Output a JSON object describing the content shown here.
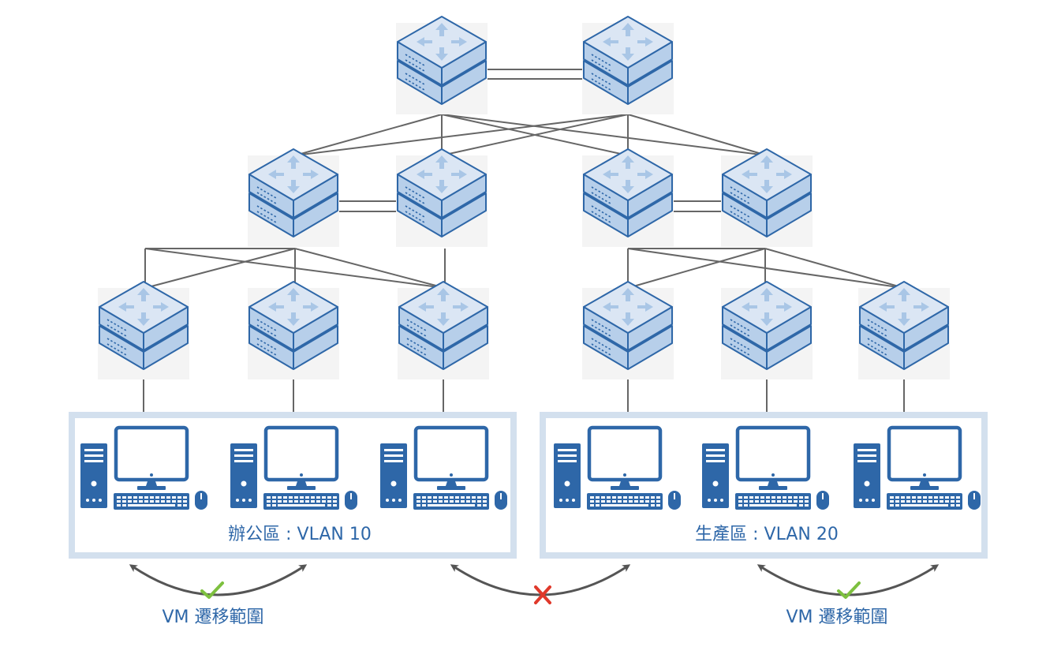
{
  "zones": [
    {
      "id": "office",
      "label": "辦公區 : VLAN 10"
    },
    {
      "id": "production",
      "label": "生產區 : VLAN 20"
    }
  ],
  "migration": [
    {
      "id": "office-scope",
      "label": "VM 遷移範圍",
      "allowed": true
    },
    {
      "id": "cross-zone",
      "label": "",
      "allowed": false
    },
    {
      "id": "production-scope",
      "label": "VM 遷移範圍",
      "allowed": true
    }
  ],
  "colors": {
    "switch_top": "#dbe6f4",
    "switch_side": "#b7cfea",
    "switch_edge": "#2e67a8",
    "switch_arrow": "#a9c6e6",
    "switch_bg": "#f4f4f4",
    "link": "#666666",
    "zone_border": "#d3e0ee",
    "pc": "#2e67a8",
    "arrow": "#555555",
    "check": "#7dc03f",
    "cross": "#e0392b"
  },
  "icons": {
    "switch": "network-switch-icon",
    "pc": "desktop-computer-icon",
    "allowed": "check-mark-icon",
    "denied": "cross-mark-icon"
  }
}
